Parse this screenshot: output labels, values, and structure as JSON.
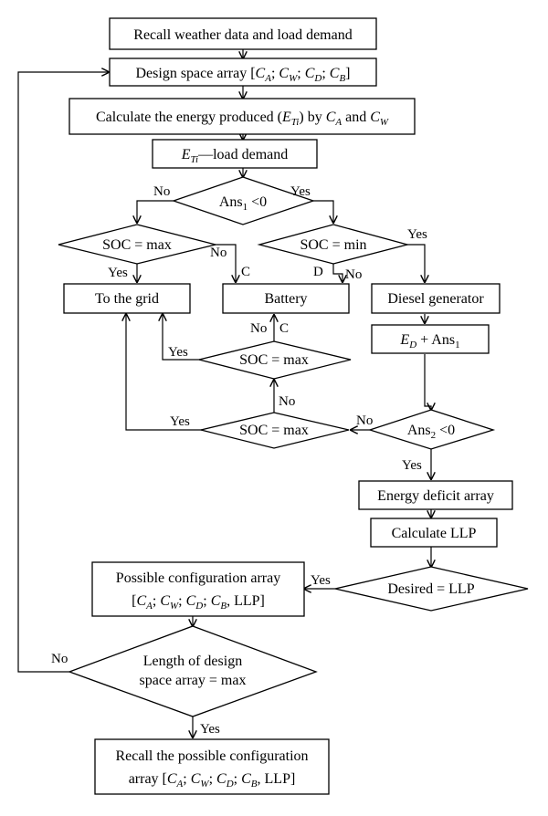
{
  "nodes": {
    "recall_weather": "Recall weather data and load demand",
    "design_space": {
      "prefix": "Design space array [",
      "suffix": "]"
    },
    "calc_energy": {
      "prefix": "Calculate the energy produced (",
      "mid": ") by ",
      "and": " and "
    },
    "eti_load": {
      "suffix": "—load demand"
    },
    "ans1": {
      "base": "Ans",
      "sub": "1",
      "cond": " <0"
    },
    "soc_max_left": "SOC = max",
    "soc_min": "SOC = min",
    "to_grid": "To the grid",
    "battery": "Battery",
    "diesel": "Diesel generator",
    "ed_ans1": {
      "plus": " + Ans",
      "sub": "1"
    },
    "soc_max_upper": "SOC = max",
    "soc_max_lower": "SOC = max",
    "ans2": {
      "base": "Ans",
      "sub": "2",
      "cond": " <0"
    },
    "energy_deficit": "Energy deficit array",
    "calc_llp": "Calculate LLP",
    "desired_llp": "Desired = LLP",
    "possible_config": {
      "line1": "Possible configuration array",
      "open": "[",
      "close": ", LLP]"
    },
    "length_check": {
      "line1": "Length of design",
      "line2": "space array = max"
    },
    "recall_possible": {
      "line1": "Recall the possible configuration",
      "line2_prefix": "array [",
      "close": ", LLP]"
    }
  },
  "vars": {
    "CA": {
      "base": "C",
      "sub": "A"
    },
    "CW": {
      "base": "C",
      "sub": "W"
    },
    "CD": {
      "base": "C",
      "sub": "D"
    },
    "CB": {
      "base": "C",
      "sub": "B"
    },
    "ETi": {
      "base": "E",
      "sub": "Ti"
    },
    "ED": {
      "base": "E",
      "sub": "D"
    },
    "sep": "; "
  },
  "edge_labels": {
    "yes": "Yes",
    "no": "No",
    "c": "C",
    "d": "D"
  }
}
